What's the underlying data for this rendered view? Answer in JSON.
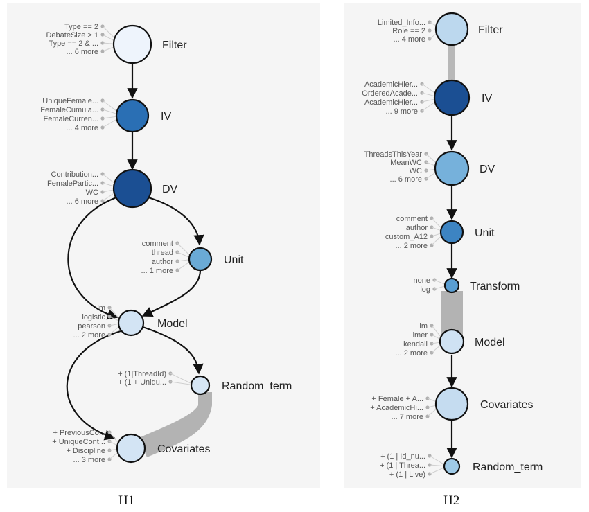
{
  "panels": [
    {
      "caption": "H1",
      "nodes": [
        {
          "id": "filter",
          "label": "Filter",
          "color": "#eef4fc",
          "options": [
            "Type == 2",
            "DebateSize > 1",
            "Type == 2 & ...",
            "... 6 more"
          ]
        },
        {
          "id": "iv",
          "label": "IV",
          "color": "#2a6fb4",
          "options": [
            "UniqueFemale...",
            "FemaleCumula...",
            "FemaleCurren...",
            "... 4 more"
          ]
        },
        {
          "id": "dv",
          "label": "DV",
          "color": "#1b4f93",
          "options": [
            "Contribution...",
            "FemalePartic...",
            "WC",
            "... 6 more"
          ]
        },
        {
          "id": "unit",
          "label": "Unit",
          "color": "#6aaad6",
          "options": [
            "comment",
            "thread",
            "author",
            "... 1 more"
          ]
        },
        {
          "id": "model",
          "label": "Model",
          "color": "#d3e4f4",
          "options": [
            "lm",
            "logistic",
            "pearson",
            "... 2 more"
          ]
        },
        {
          "id": "random_term",
          "label": "Random_term",
          "color": "#d6e6f5",
          "options": [
            "+ (1|ThreadId)",
            "+ (1 + Uniqu..."
          ]
        },
        {
          "id": "covariates",
          "label": "Covariates",
          "color": "#d3e4f4",
          "options": [
            "+ PreviousCo...",
            "+ UniqueCont...",
            "+ Discipline",
            "... 3 more"
          ]
        }
      ]
    },
    {
      "caption": "H2",
      "nodes": [
        {
          "id": "filter",
          "label": "Filter",
          "color": "#bcd8ee",
          "options": [
            "Limited_Info...",
            "Role == 2",
            "... 4 more"
          ]
        },
        {
          "id": "iv",
          "label": "IV",
          "color": "#1b4f93",
          "options": [
            "AcademicHier...",
            "OrderedAcade...",
            "AcademicHier...",
            "... 9 more"
          ]
        },
        {
          "id": "dv",
          "label": "DV",
          "color": "#76b1db",
          "options": [
            "ThreadsThisYear",
            "MeanWC",
            "WC",
            "... 6 more"
          ]
        },
        {
          "id": "unit",
          "label": "Unit",
          "color": "#3d84c2",
          "options": [
            "comment",
            "author",
            "custom_A12",
            "... 2 more"
          ]
        },
        {
          "id": "transform",
          "label": "Transform",
          "color": "#5a9ed2",
          "options": [
            "none",
            "log"
          ]
        },
        {
          "id": "model",
          "label": "Model",
          "color": "#cfe2f3",
          "options": [
            "lm",
            "lmer",
            "kendall",
            "... 2 more"
          ]
        },
        {
          "id": "covariates",
          "label": "Covariates",
          "color": "#c5dcf0",
          "options": [
            "+ Female + A...",
            "+ AcademicHi...",
            "... 7 more"
          ]
        },
        {
          "id": "random_term",
          "label": "Random_term",
          "color": "#9fcae7",
          "options": [
            "+ (1 | Id_nu...",
            "+ (1 | Threa...",
            "+ (1 | Live)"
          ]
        }
      ]
    }
  ]
}
